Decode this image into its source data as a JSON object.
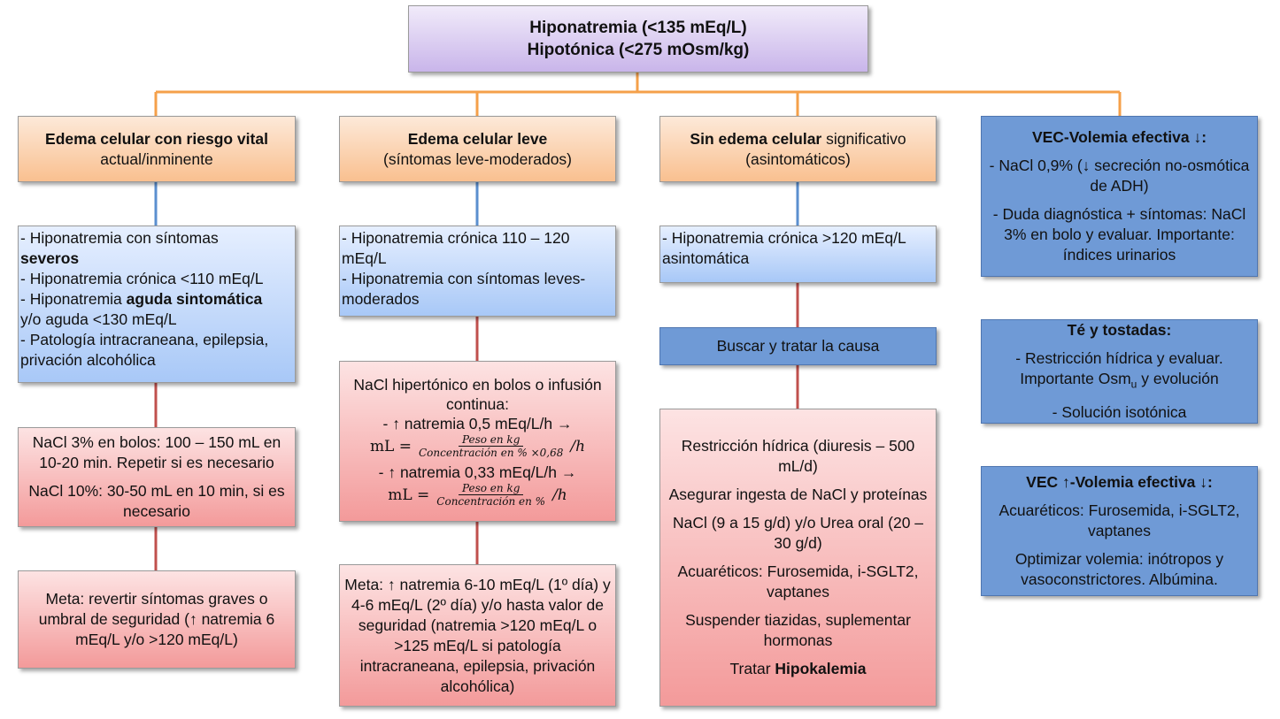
{
  "top": {
    "line1": "Hiponatremia  (<135 mEq/L)",
    "line2": "Hipotónica  (<275 mOsm/kg)"
  },
  "col1": {
    "header_bold": "Edema celular con riesgo vital",
    "header_rest": "actual/inminente",
    "criteria": {
      "l1": "- Hiponatremia con síntomas",
      "l1b": "severos",
      "l2": "- Hiponatremia crónica <110 mEq/L",
      "l3a": "- Hiponatremia ",
      "l3b": "aguda sintomática",
      "l3c": "y/o aguda <130 mEq/L",
      "l4": "- Patología intracraneana, epilepsia, privación alcohólica"
    },
    "treatment": {
      "p1": "NaCl 3% en bolos: 100 – 150 mL en 10-20 min. Repetir si es necesario",
      "p2": "NaCl 10%: 30-50 mL en 10 min, si es necesario"
    },
    "goal": "Meta: revertir síntomas graves o umbral de seguridad (↑ natremia 6 mEq/L y/o >120 mEq/L)"
  },
  "col2": {
    "header_bold": "Edema celular leve",
    "header_rest": "(síntomas leve-moderados)",
    "criteria": {
      "l1": "- Hiponatremia crónica 110 – 120 mEq/L",
      "l2": "- Hiponatremia con síntomas leves-moderados"
    },
    "treatment": {
      "intro": "NaCl hipertónico en bolos o infusión continua:",
      "rate1": "- ↑ natremia 0,5 mEq/L/h →",
      "f1_lhs": "mL =",
      "f1_num": "Peso en kg",
      "f1_den": "Concentración en % ×0,68",
      "f1_tail": "/h",
      "rate2": "- ↑ natremia 0,33 mEq/L/h →",
      "f2_lhs": "mL =",
      "f2_num": "Peso en kg",
      "f2_den": "Concentración en %",
      "f2_tail": "/h"
    },
    "goal": "Meta: ↑ natremia  6-10 mEq/L (1º día) y 4-6 mEq/L (2º día) y/o hasta valor de seguridad (natremia >120 mEq/L o >125 mEq/L si patología intracraneana, epilepsia, privación alcohólica)"
  },
  "col3": {
    "header_bold": "Sin edema celular",
    "header_rest1": " significativo",
    "header_rest2": "(asintomáticos)",
    "criteria": "- Hiponatremia crónica >120 mEq/L asintomática",
    "action": "Buscar y tratar la causa",
    "treatment": {
      "p1": "Restricción hídrica (diuresis – 500 mL/d)",
      "p2": "Asegurar ingesta de NaCl y proteínas",
      "p3": "NaCl (9 a 15 g/d) y/o Urea oral (20 – 30 g/d)",
      "p4": "Acuaréticos: Furosemida, i-SGLT2, vaptanes",
      "p5": "Suspender tiazidas, suplementar hormonas",
      "p6a": "Tratar ",
      "p6b": "Hipokalemia"
    }
  },
  "col4": {
    "box1": {
      "title": "VEC-Volemia efectiva ↓:",
      "p1": "- NaCl 0,9% (↓ secreción no-osmótica de ADH)",
      "p2": "- Duda diagnóstica + síntomas: NaCl 3% en bolo y evaluar. Importante: índices urinarios"
    },
    "box2": {
      "title": "Té y tostadas:",
      "p1a": "- Restricción hídrica y evaluar. Importante Osm",
      "p1sub": "u",
      "p1b": " y evolución",
      "p2": "- Solución isotónica"
    },
    "box3": {
      "title": "VEC ↑-Volemia efectiva ↓:",
      "p1": "Acuaréticos: Furosemida, i-SGLT2, vaptanes",
      "p2": "Optimizar volemia: inótropos y vasoconstrictores. Albúmina."
    }
  },
  "colors": {
    "orange_line": "#f5a04a",
    "blue_line": "#5b8fcf",
    "red_line": "#c0504d"
  }
}
